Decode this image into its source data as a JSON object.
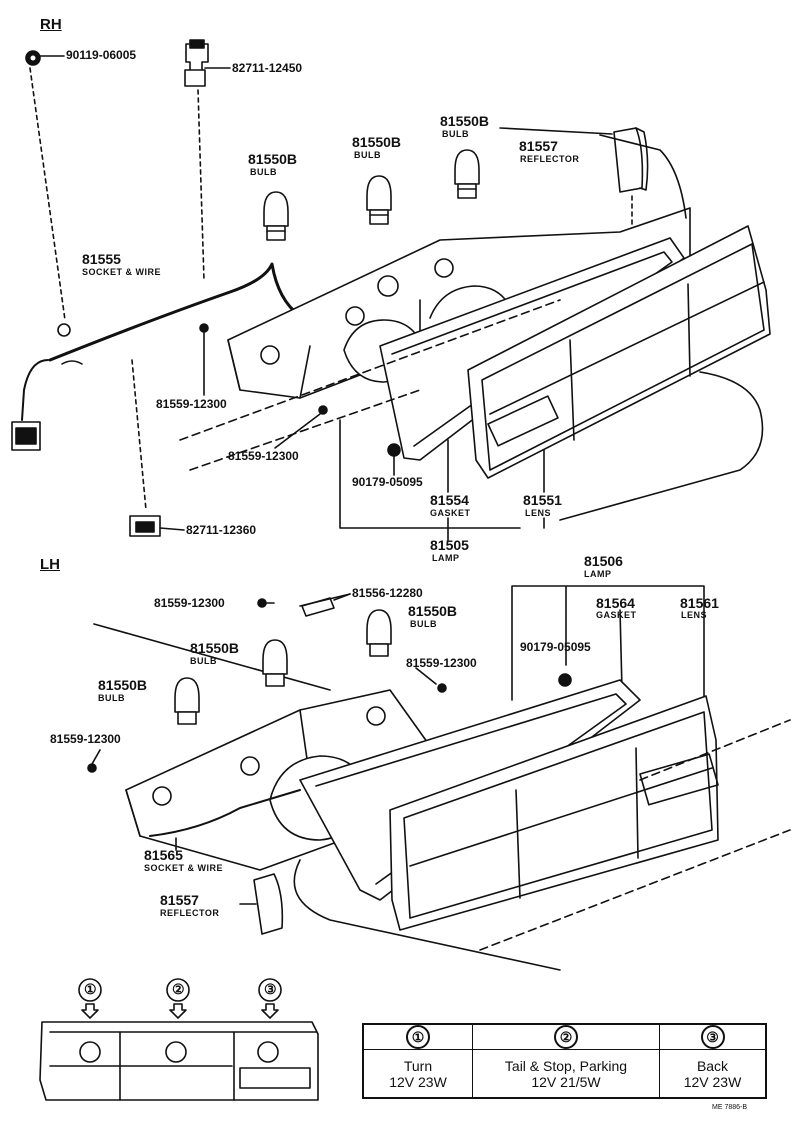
{
  "sections": {
    "rh": "RH",
    "lh": "LH"
  },
  "rh_labels": {
    "p90119": "90119-06005",
    "p82711a": "82711-12450",
    "bulb1_pn": "81550B",
    "bulb1_sub": "BULB",
    "bulb2_pn": "81550B",
    "bulb2_sub": "BULB",
    "bulb3_pn": "81550B",
    "bulb3_sub": "BULB",
    "refl_pn": "81557",
    "refl_sub": "REFLECTOR",
    "socket_pn": "81555",
    "socket_sub": "SOCKET & WIRE",
    "screw1": "81559-12300",
    "screw2": "81559-12300",
    "nut": "90179-05095",
    "gasket_pn": "81554",
    "gasket_sub": "GASKET",
    "lens_pn": "81551",
    "lens_sub": "LENS",
    "p82711b": "82711-12360",
    "lamp_pn": "81505",
    "lamp_sub": "LAMP"
  },
  "lh_labels": {
    "lamp_pn": "81506",
    "lamp_sub": "LAMP",
    "screw_top": "81559-12300",
    "p81556": "81556-12280",
    "bulb_a_pn": "81550B",
    "bulb_a_sub": "BULB",
    "gasket_pn": "81564",
    "gasket_sub": "GASKET",
    "lens_pn": "81561",
    "lens_sub": "LENS",
    "nut": "90179-05095",
    "bulb_b_pn": "81550B",
    "bulb_b_sub": "BULB",
    "screw_mid": "81559-12300",
    "bulb_c_pn": "81550B",
    "bulb_c_sub": "BULB",
    "screw_left": "81559-12300",
    "socket_pn": "81565",
    "socket_sub": "SOCKET & WIRE",
    "refl_pn": "81557",
    "refl_sub": "REFLECTOR"
  },
  "position_markers": [
    "①",
    "②",
    "③"
  ],
  "legend": {
    "headers": [
      "①",
      "②",
      "③"
    ],
    "names": [
      "Turn",
      "Tail & Stop, Parking",
      "Back"
    ],
    "ratings": [
      "12V 23W",
      "12V 21/5W",
      "12V 23W"
    ]
  },
  "drawing_code": "ME 7886-B",
  "colors": {
    "ink": "#111111",
    "paper": "#ffffff"
  }
}
